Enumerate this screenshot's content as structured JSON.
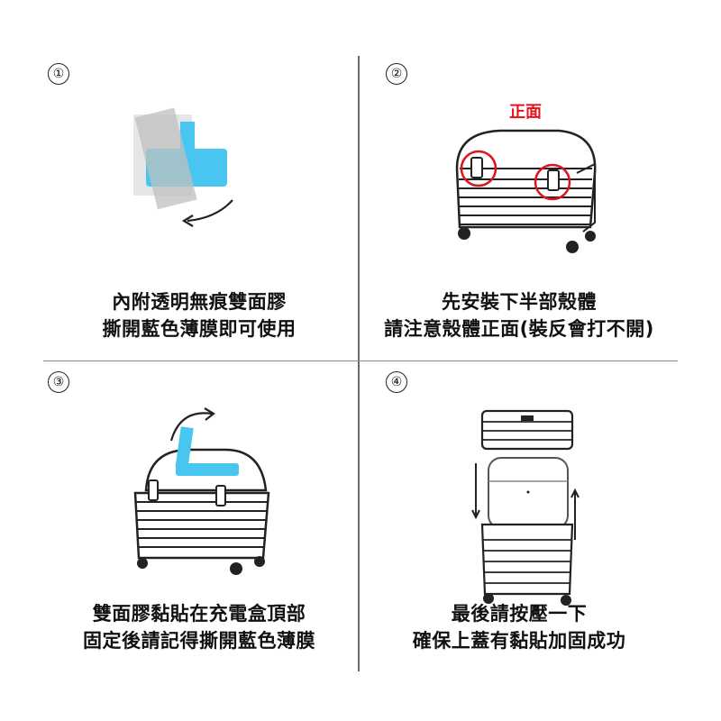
{
  "steps": [
    {
      "number": "①",
      "lines": [
        "內附透明無痕雙面膠",
        "撕開藍色薄膜即可使用"
      ]
    },
    {
      "number": "②",
      "lines": [
        "先安裝下半部殼體",
        "請注意殼體正面(裝反會打不開)"
      ],
      "label": "正面"
    },
    {
      "number": "③",
      "lines": [
        "雙面膠黏貼在充電盒頂部",
        "固定後請記得撕開藍色薄膜"
      ]
    },
    {
      "number": "④",
      "lines": [
        "最後請按壓一下",
        "確保上蓋有黏貼加固成功"
      ]
    }
  ],
  "colors": {
    "blue_film": "#49c6ef",
    "highlight_circle": "#e0141a",
    "outline": "#222222"
  }
}
